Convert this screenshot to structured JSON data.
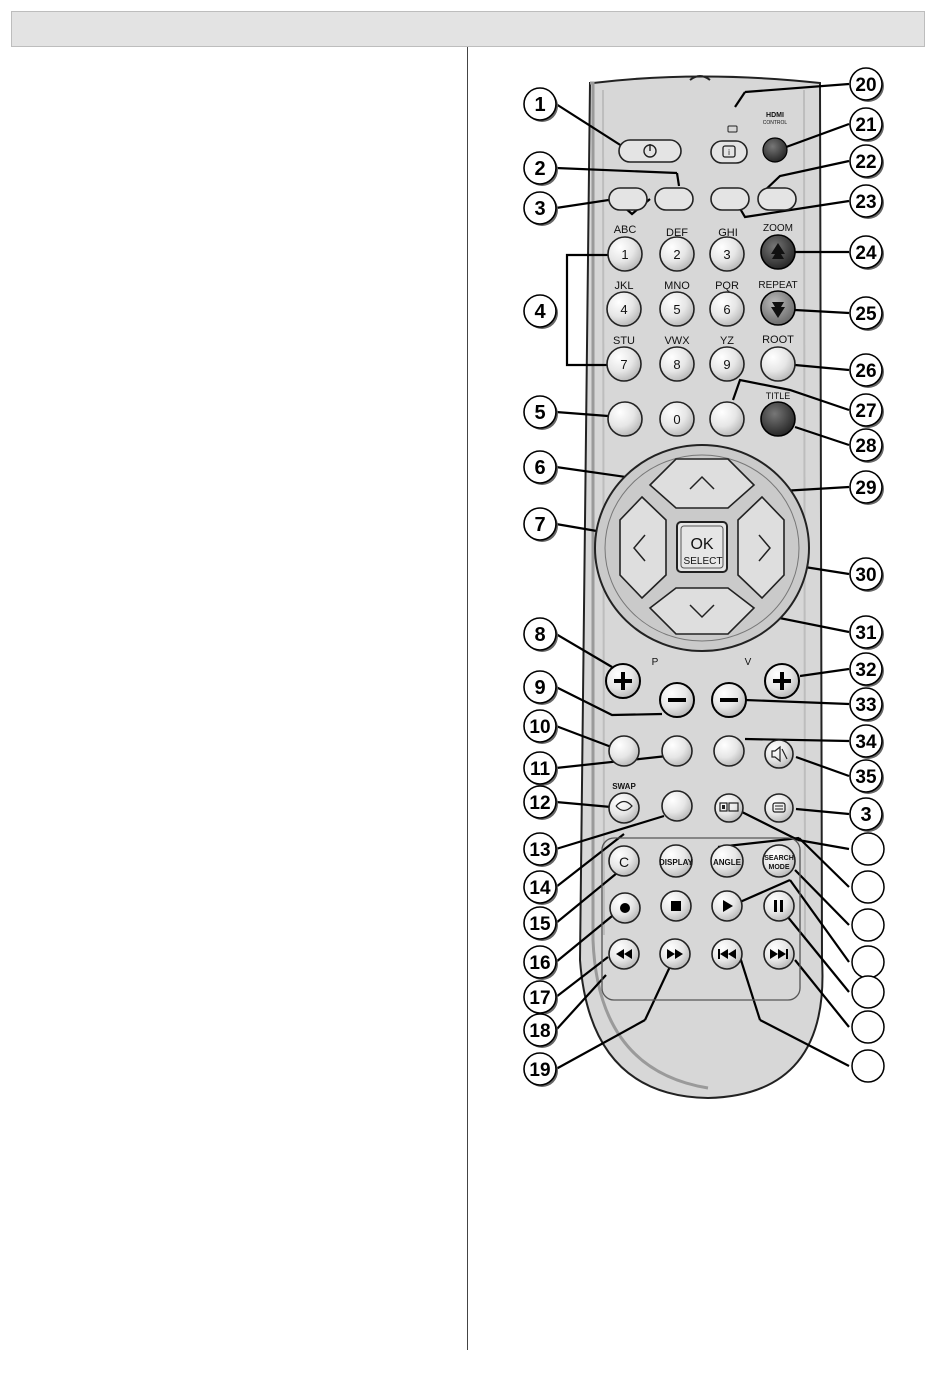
{
  "remote": {
    "alpha_labels": [
      "ABC",
      "DEF",
      "GHI",
      "JKL",
      "MNO",
      "PQR",
      "STU",
      "VWX",
      "YZ"
    ],
    "digit_labels": [
      "1",
      "2",
      "3",
      "4",
      "5",
      "6",
      "7",
      "8",
      "9",
      "0"
    ],
    "zoom_label": "ZOOM",
    "repeat_label": "REPEAT",
    "root_label": "ROOT",
    "title_label": "TITLE",
    "ok_label": "OK",
    "select_label": "SELECT",
    "p_label": "P",
    "v_label": "V",
    "swap_label": "SWAP",
    "c_label": "C",
    "display_label": "DISPLAY",
    "angle_label": "ANGLE",
    "search_label": "SEARCH",
    "mode_label": "MODE",
    "hdmi_label": "HDMI",
    "hdmi_sub_label": "CONTROL"
  },
  "callouts": {
    "left": [
      "1",
      "2",
      "3",
      "4",
      "5",
      "6",
      "7",
      "8",
      "9",
      "10",
      "11",
      "12",
      "13",
      "14",
      "15",
      "16",
      "17",
      "18",
      "19"
    ],
    "right": [
      "20",
      "21",
      "22",
      "23",
      "24",
      "25",
      "26",
      "27",
      "28",
      "29",
      "30",
      "31",
      "32",
      "33",
      "34",
      "35",
      "3"
    ]
  }
}
